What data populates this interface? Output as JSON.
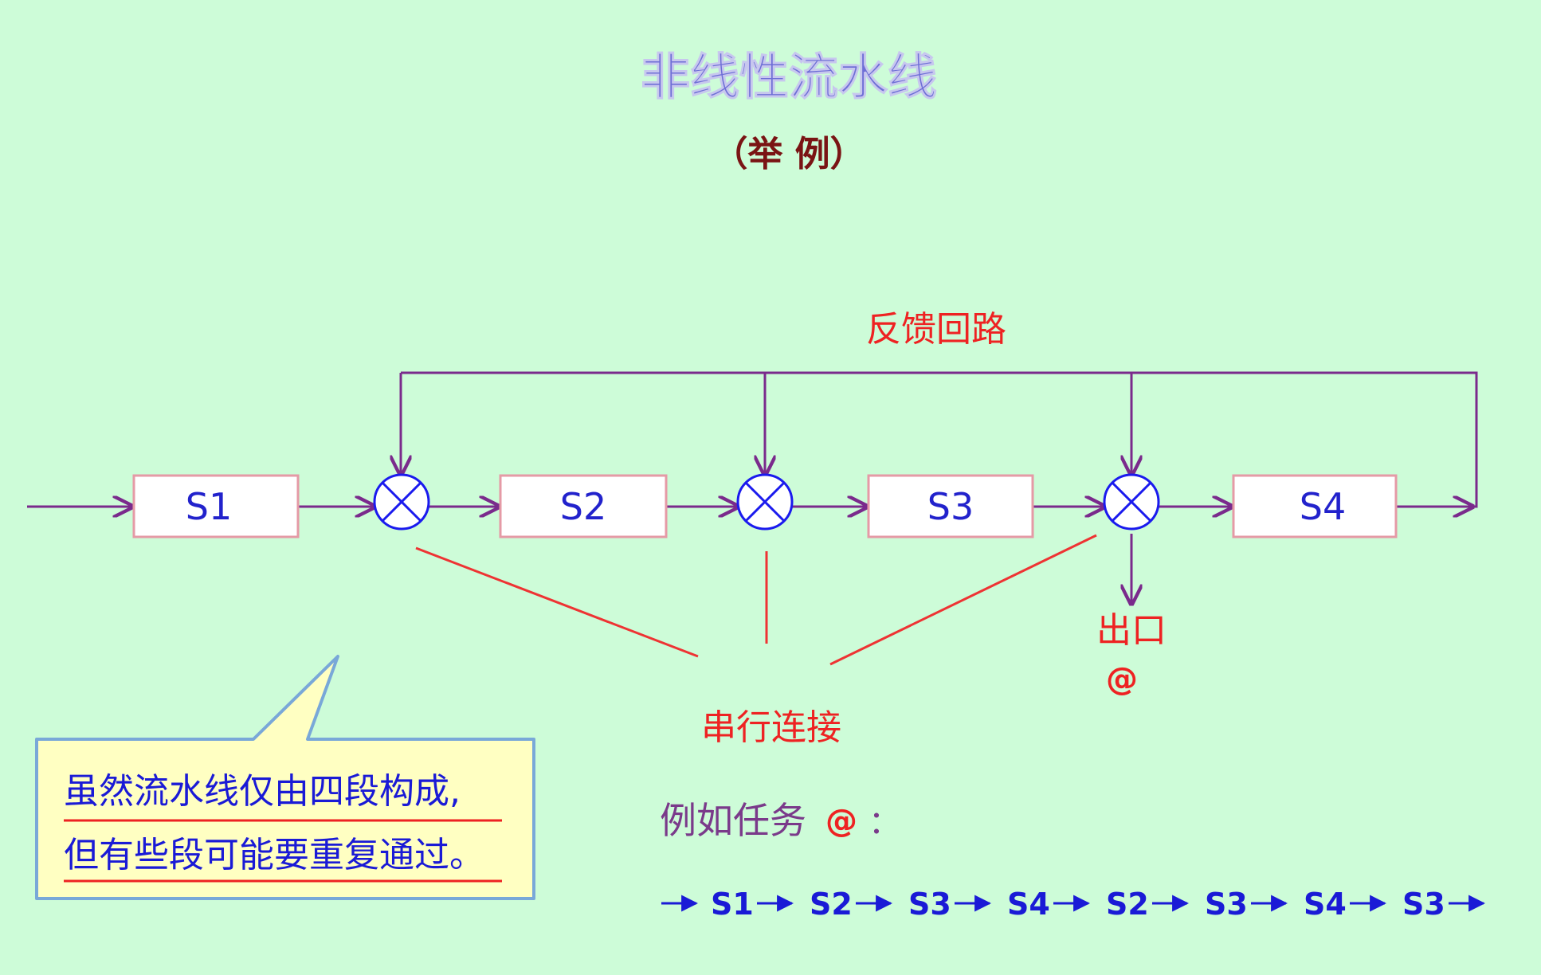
{
  "page": {
    "title": "非线性流水线",
    "subtitle": "（举  例）"
  },
  "diagram": {
    "stages": [
      "S1",
      "S2",
      "S3",
      "S4"
    ],
    "feedback_label": "反馈回路",
    "serial_label": "串行连接",
    "exit_label": "出口",
    "exit_symbol": "@",
    "task_label": "例如任务",
    "task_symbol": "@",
    "task_colon": "：",
    "sequence": [
      "S1",
      "S2",
      "S3",
      "S4",
      "S2",
      "S3",
      "S4",
      "S3"
    ]
  },
  "callout": {
    "line1": "虽然流水线仅由四段构成,",
    "line2": "但有些段可能要重复通过。"
  },
  "colors": {
    "background": "#cdfcd8",
    "wire": "#7a2a8c",
    "stage_border": "#e59aa6",
    "stage_text": "#2222cc",
    "mux": "#1a1aee",
    "label_red": "#ee2222",
    "title": "#6f6fd6",
    "subtitle": "#7a1414",
    "task_text": "#7a3a8a",
    "sequence": "#1a1ad6",
    "callout_fill": "#ffffc2",
    "callout_border": "#79a8d8",
    "callout_text": "#1a1ad6",
    "callout_underline": "#ee2222"
  }
}
